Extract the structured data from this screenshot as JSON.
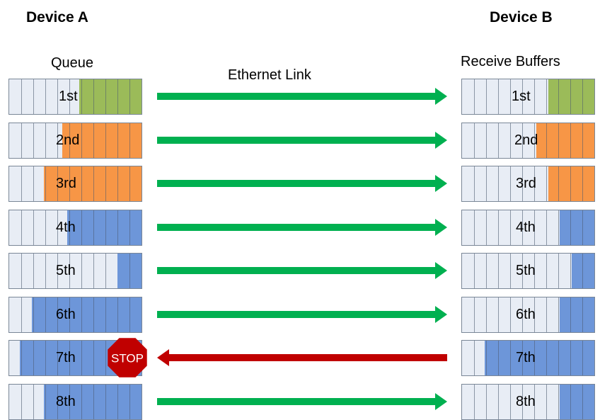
{
  "device_a": {
    "title": "Device A",
    "queue_label": "Queue"
  },
  "device_b": {
    "title": "Device B",
    "buffers_label": "Receive Buffers"
  },
  "link_label": "Ethernet Link",
  "stop_label": "STOP",
  "colors": {
    "green": "#9bbb59",
    "orange": "#f79646",
    "blue": "#6d96d9",
    "empty": "#e8edf5",
    "forward_arrow": "#00b050",
    "back_arrow": "#c00000",
    "stop_sign": "#c00000"
  },
  "rows": [
    {
      "label": "1st",
      "color": "green",
      "queue_fill": 0.47,
      "queue_label_pos": 0.37,
      "buffer_fill": 0.35,
      "buffer_label_pos": 0.37,
      "direction": "forward"
    },
    {
      "label": "2nd",
      "color": "orange",
      "queue_fill": 0.6,
      "queue_label_pos": 0.35,
      "buffer_fill": 0.44,
      "buffer_label_pos": 0.39,
      "direction": "forward"
    },
    {
      "label": "3rd",
      "color": "orange",
      "queue_fill": 0.74,
      "queue_label_pos": 0.35,
      "buffer_fill": 0.35,
      "buffer_label_pos": 0.4,
      "direction": "forward"
    },
    {
      "label": "4th",
      "color": "blue",
      "queue_fill": 0.56,
      "queue_label_pos": 0.35,
      "buffer_fill": 0.26,
      "buffer_label_pos": 0.4,
      "direction": "forward"
    },
    {
      "label": "5th",
      "color": "blue",
      "queue_fill": 0.18,
      "queue_label_pos": 0.35,
      "buffer_fill": 0.17,
      "buffer_label_pos": 0.4,
      "direction": "forward"
    },
    {
      "label": "6th",
      "color": "blue",
      "queue_fill": 0.83,
      "queue_label_pos": 0.35,
      "buffer_fill": 0.26,
      "buffer_label_pos": 0.4,
      "direction": "forward"
    },
    {
      "label": "7th",
      "color": "blue",
      "queue_fill": 0.92,
      "queue_label_pos": 0.35,
      "buffer_fill": 0.83,
      "buffer_label_pos": 0.4,
      "direction": "back"
    },
    {
      "label": "8th",
      "color": "blue",
      "queue_fill": 0.74,
      "queue_label_pos": 0.35,
      "buffer_fill": 0.26,
      "buffer_label_pos": 0.4,
      "direction": "forward"
    }
  ]
}
